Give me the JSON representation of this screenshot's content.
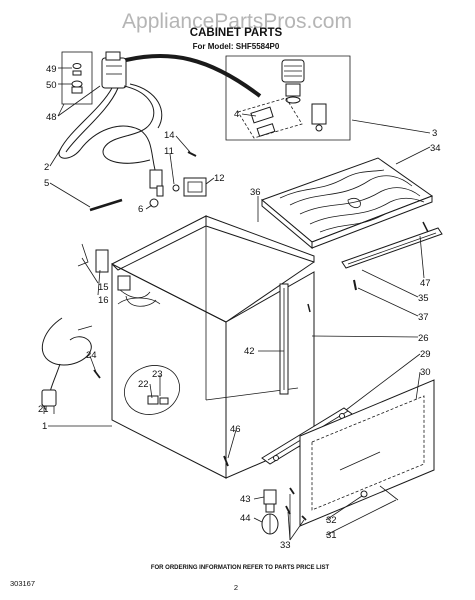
{
  "watermark": "AppliancePartsPros.com",
  "header": {
    "title": "CABINET PARTS",
    "model_line": "For Model: SHF5584P0"
  },
  "footer": {
    "order_note": "FOR ORDERING INFORMATION REFER TO PARTS PRICE LIST",
    "doc_number": "303167",
    "page_number": "2"
  },
  "callouts": [
    "49",
    "50",
    "48",
    "2",
    "5",
    "6",
    "14",
    "11",
    "12",
    "36",
    "3",
    "4",
    "34",
    "15",
    "16",
    "47",
    "35",
    "37",
    "26",
    "42",
    "24",
    "23",
    "22",
    "21",
    "1",
    "29",
    "30",
    "46",
    "43",
    "44",
    "33",
    "32",
    "31"
  ]
}
